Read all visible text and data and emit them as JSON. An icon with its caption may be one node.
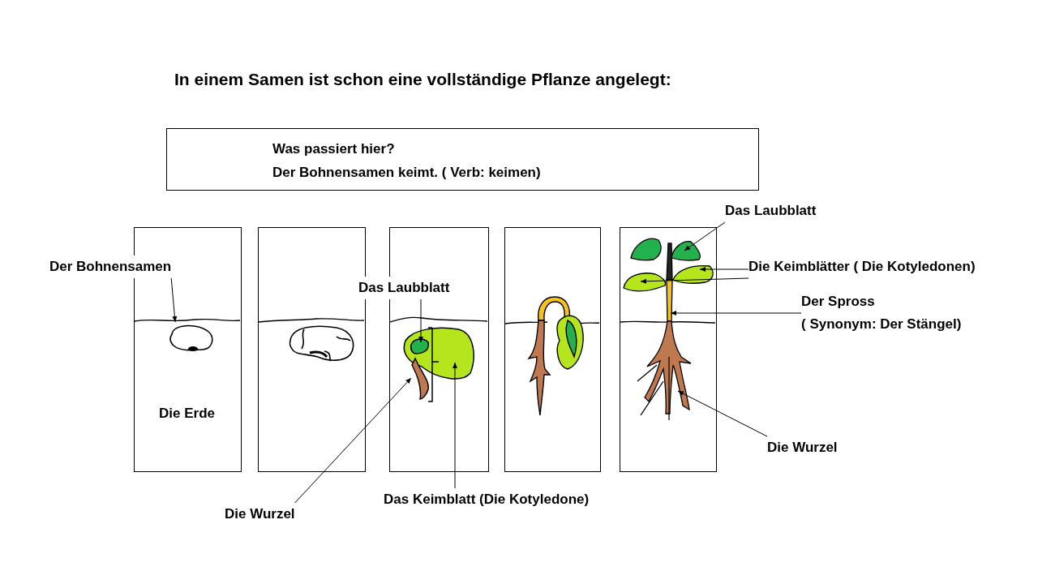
{
  "diagram": {
    "title": "In einem Samen ist schon eine vollständige Pflanze angelegt:",
    "nodes": [
      {
        "text": [
          "Was passiert hier?",
          "Der Bohnensamen keimt. ( Verb: keimen)"
        ]
      },
      {
        "text": [
          "Die Erde"
        ]
      },
      {
        "text": [],
        "shape": "box"
      },
      {
        "text": [],
        "shape": "box"
      },
      {
        "text": [],
        "shape": "box"
      },
      {
        "text": [],
        "shape": "box"
      },
      {
        "text": [
          "Das Laubblatt"
        ]
      },
      {
        "text": [
          "Der Bohnensamen"
        ]
      },
      {
        "text": [
          "Die Keimblätter ( Die Kotyledonen)"
        ]
      },
      {
        "text": [
          "Das Laubblatt"
        ]
      },
      {
        "text": [
          "Der Spross",
          "( Synonym: Der Stängel)"
        ]
      },
      {
        "text": [
          "Die Wurzel"
        ]
      },
      {
        "text": [
          "Das Keimblatt (Die Kotyledone)"
        ]
      },
      {
        "text": [
          "Die Wurzel"
        ]
      }
    ],
    "edges": [
      {
        "from": 6,
        "to": 5,
        "arrow": "to"
      },
      {
        "from": 7,
        "to": 1,
        "arrow": "to"
      },
      {
        "from": 8,
        "to": 5,
        "arrow": "to"
      },
      {
        "from": 8,
        "to": 5,
        "arrow": "to"
      },
      {
        "from": 9,
        "to": 3,
        "arrow": "to"
      },
      {
        "from": 10,
        "to": 5,
        "arrow": "to"
      },
      {
        "from": 11,
        "to": 5,
        "arrow": "to"
      },
      {
        "from": 12,
        "to": 3,
        "arrow": "to"
      },
      {
        "from": 13,
        "to": 3,
        "arrow": "to"
      }
    ]
  }
}
